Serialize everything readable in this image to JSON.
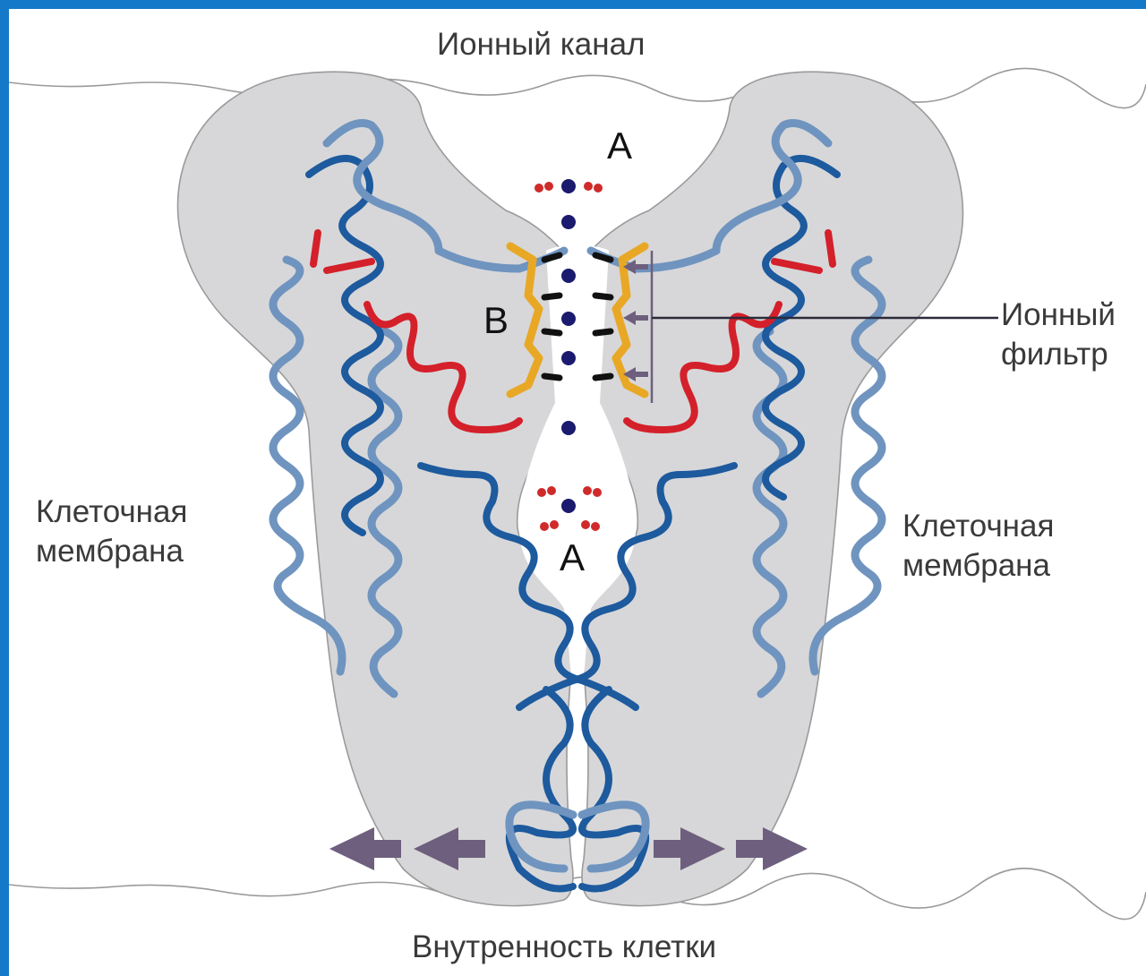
{
  "title": "Ионный канал",
  "labels": {
    "membrane_left_line1": "Клеточная",
    "membrane_left_line2": "мембрана",
    "membrane_right_line1": "Клеточная",
    "membrane_right_line2": "мембрана",
    "inside": "Внутренность клетки",
    "filter_line1": "Ионный",
    "filter_line2": "фильтр",
    "marker_top": "A",
    "marker_bottom": "A",
    "marker_filter": "B"
  },
  "colors": {
    "frame_border": "#1479c9",
    "protein_fill": "#d7d7d9",
    "helix_light": "#6f94bf",
    "helix_dark": "#1d5a9e",
    "loop_red": "#d4202a",
    "filter_gold": "#e8a826",
    "ion": "#1a1a6e",
    "water_oxygen": "#d02a2a",
    "arrow": "#6e5f7e"
  }
}
